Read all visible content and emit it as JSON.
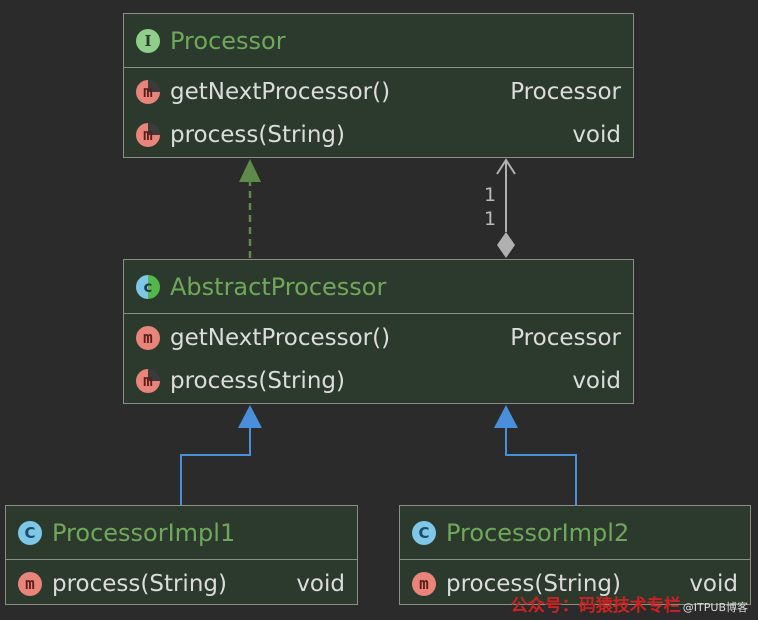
{
  "processor": {
    "name": "Processor",
    "badge": "I",
    "methods": [
      {
        "badge": "m",
        "name": "getNextProcessor()",
        "type": "Processor"
      },
      {
        "badge": "m",
        "name": "process(String)",
        "type": "void"
      }
    ]
  },
  "abstract_processor": {
    "name": "AbstractProcessor",
    "badge": "c",
    "methods": [
      {
        "badge": "m",
        "name": "getNextProcessor()",
        "type": "Processor"
      },
      {
        "badge": "m",
        "name": "process(String)",
        "type": "void"
      }
    ]
  },
  "impl1": {
    "name": "ProcessorImpl1",
    "badge": "C",
    "methods": [
      {
        "badge": "m",
        "name": "process(String)",
        "type": "void"
      }
    ]
  },
  "impl2": {
    "name": "ProcessorImpl2",
    "badge": "C",
    "methods": [
      {
        "badge": "m",
        "name": "process(String)",
        "type": "void"
      }
    ]
  },
  "association": {
    "multiplicity_top": "1",
    "multiplicity_bottom": "1"
  },
  "colors": {
    "realization": "#5e8a4a",
    "inheritance": "#4a8fd9",
    "association": "#b0b0b0",
    "class_name": "#6fa85a",
    "background": "#2b2b2b"
  },
  "watermark": {
    "text": "公众号：码猿技术专栏",
    "site": "@ITPUB博客"
  }
}
